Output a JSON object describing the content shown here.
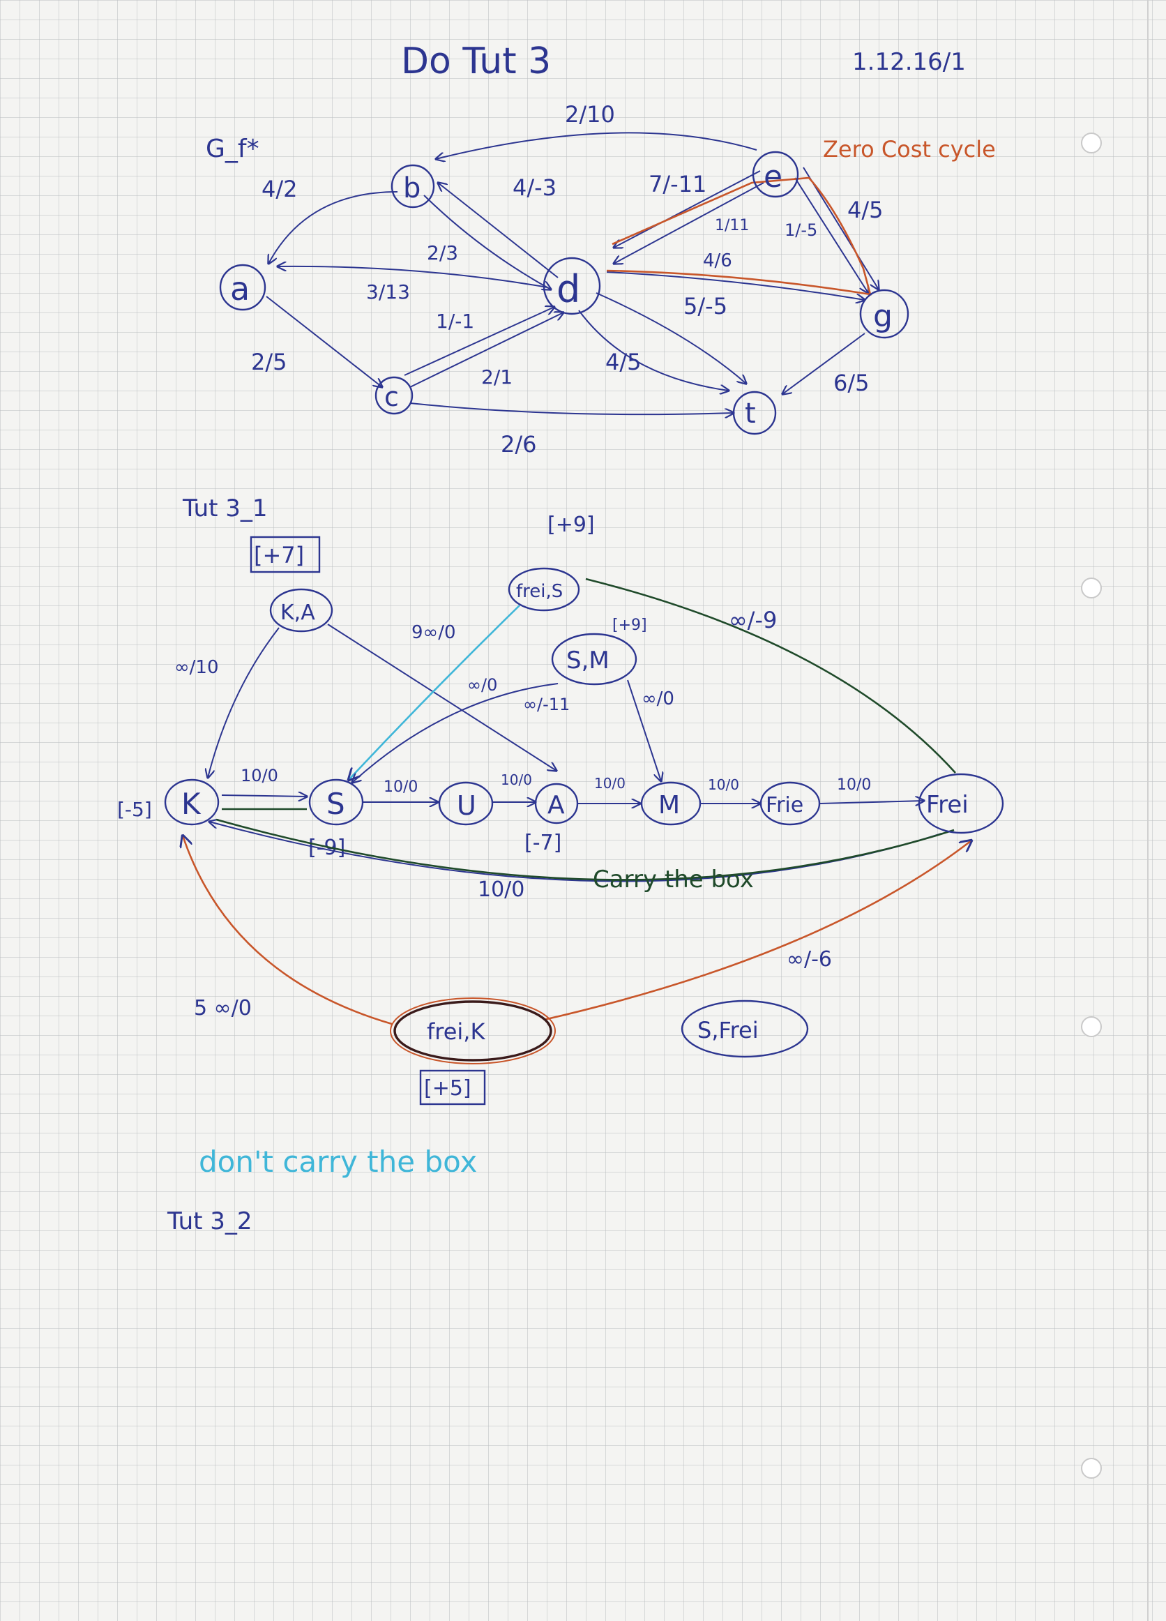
{
  "header": {
    "title": "Do Tut 3",
    "date": "1.12.16/1"
  },
  "graph1": {
    "label": "G_f*",
    "annotation": "Zero Cost cycle",
    "nodes": {
      "a": "a",
      "b": "b",
      "c": "c",
      "d": "d",
      "e": "e",
      "g": "g",
      "t": "t"
    },
    "edges": {
      "e_b": "2/10",
      "b_a": "4/2",
      "b_d": "4/-3",
      "d_b": "2/3",
      "d_a": "3/13",
      "a_c": "2/5",
      "c_d_top": "1/-1",
      "c_d_bottom": "2/1",
      "c_t": "2/6",
      "d_t_a": "5/-5",
      "d_t_b": "4/5",
      "e_d_a": "7/-11",
      "e_d_b": "1/11",
      "e_g_a": "1/-5",
      "d_g": "4/6",
      "e_g_b": "4/5",
      "g_t": "6/5"
    }
  },
  "graph2": {
    "label": "Tut 3_1",
    "nodes": {
      "ka": "K,A",
      "freis": "frei,S",
      "sm": "S,M",
      "k": "K",
      "s": "S",
      "u": "U",
      "a": "A",
      "m": "M",
      "frie": "Frie",
      "frei": "Frei",
      "freik": "frei,K",
      "sfrei": "S,Frei"
    },
    "supplies": {
      "ka": "[+7]",
      "freis": "[+9]",
      "sm": "[+9]",
      "k": "[-5]",
      "s": "[-9]",
      "a": "[-7]",
      "freik": "[+5]"
    },
    "edges": {
      "ka_k": "∞/10",
      "freis_s": "9∞/0",
      "sm_s": "∞/0",
      "sm_a_or_s": "∞/-11",
      "sm_m": "∞/0",
      "freis_frei": "∞/-9",
      "k_s": "10/0",
      "s_u": "10/0",
      "u_a": "10/0",
      "a_m": "10/0",
      "m_frie": "10/0",
      "frie_frei": "10/0",
      "frei_k": "10/0",
      "freik_k": "5 ∞/0",
      "freik_frei": "∞/-6"
    },
    "carry_label": "Carry the box"
  },
  "notes": {
    "dont_carry": "don't carry the box",
    "tut3_2": "Tut 3_2"
  }
}
